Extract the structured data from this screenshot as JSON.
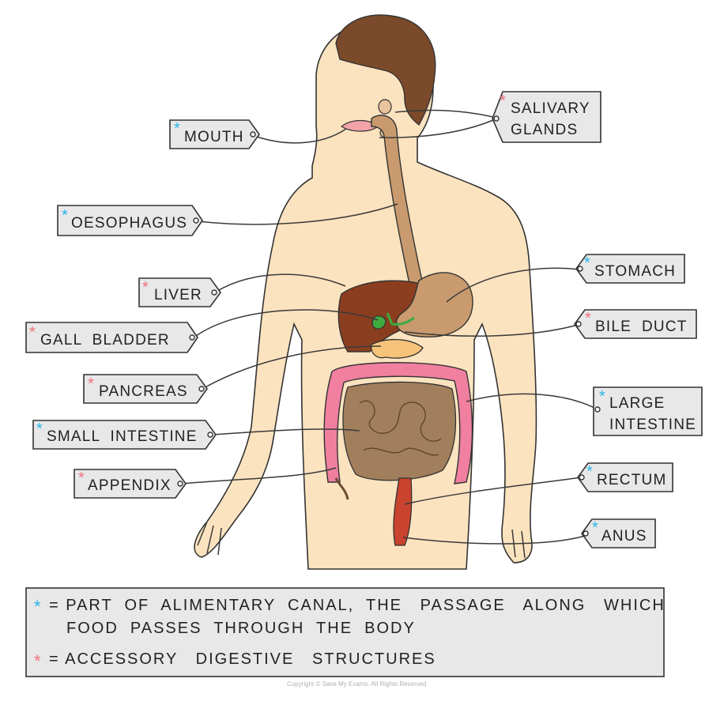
{
  "colors": {
    "alimentary_marker": "#2bb5e8",
    "accessory_marker": "#f0707f",
    "skin": "#fbe3bf",
    "hair": "#7a4a2a",
    "tract": "#c89a6e",
    "liver": "#8b3e1f",
    "gall_bladder": "#3faa3f",
    "pancreas": "#f7c37a",
    "large_intestine": "#f07fa0",
    "small_intestine": "#a17f5c",
    "rectum": "#c9432e",
    "label_fill": "#e8e8e8"
  },
  "marker_glyph": "*",
  "labels": {
    "mouth": {
      "text": "MOUTH",
      "marker": "alimentary"
    },
    "oesophagus": {
      "text": "OESOPHAGUS",
      "marker": "alimentary"
    },
    "liver": {
      "text": "LIVER",
      "marker": "accessory"
    },
    "gall_bladder": {
      "text": "GALL  BLADDER",
      "marker": "accessory"
    },
    "pancreas": {
      "text": "PANCREAS",
      "marker": "accessory"
    },
    "small_intestine": {
      "text": "SMALL  INTESTINE",
      "marker": "alimentary"
    },
    "appendix": {
      "text": "APPENDIX",
      "marker": "accessory"
    },
    "salivary_glands": {
      "line1": "SALIVARY",
      "line2": "GLANDS",
      "marker": "accessory"
    },
    "stomach": {
      "text": "STOMACH",
      "marker": "alimentary"
    },
    "bile_duct": {
      "text": "BILE  DUCT",
      "marker": "accessory"
    },
    "large_intestine": {
      "line1": "LARGE",
      "line2": "INTESTINE",
      "marker": "alimentary"
    },
    "rectum": {
      "text": "RECTUM",
      "marker": "alimentary"
    },
    "anus": {
      "text": "ANUS",
      "marker": "alimentary"
    }
  },
  "key": {
    "alimentary_line1": "= PART  OF  ALIMENTARY  CANAL,  THE   PASSAGE   ALONG   WHICH",
    "alimentary_line2": "FOOD  PASSES  THROUGH  THE  BODY",
    "accessory_line1": "= ACCESSORY   DIGESTIVE   STRUCTURES"
  },
  "copyright": "Copyright © Save My Exams. All Rights Reserved"
}
